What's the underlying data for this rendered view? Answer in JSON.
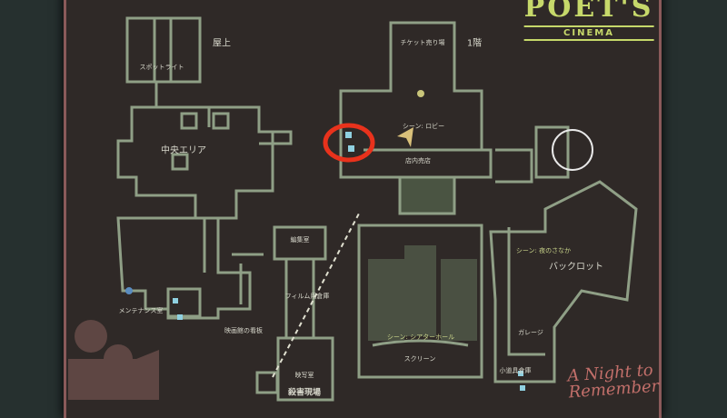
{
  "logo": {
    "title": "POET'S",
    "subtitle": "CINEMA"
  },
  "tagline": {
    "line1": "A Night to",
    "line2": "Remember"
  },
  "floors": {
    "rooftop": "屋上",
    "first": "1階"
  },
  "rooms": {
    "spotlight": "スポットライト",
    "central_area": "中央エリア",
    "ticket_booth": "チケット売り場",
    "lobby_scene": "シーン: ロビー",
    "concession": "店内売店",
    "maintenance": "メンテナンス室",
    "theater_sign": "映画館の看板",
    "editing": "編集室",
    "film_storage": "フィルム用倉庫",
    "projection": "映写室",
    "murder_scene": "殺害現場",
    "theater_scene": "シーン: シアターホール",
    "screen": "スクリーン",
    "night_scene": "シーン: 夜のさなか",
    "backlot": "バックロット",
    "garage": "ガレージ",
    "prop_storage": "小道具倉庫"
  },
  "colors": {
    "wall": "#8f9f86",
    "highlight": "#e8321c",
    "player": "#d9c07a",
    "logo": "#c6d86a"
  },
  "markers": {
    "player": "player-arrow-icon",
    "objective": "red-circle-highlight"
  }
}
